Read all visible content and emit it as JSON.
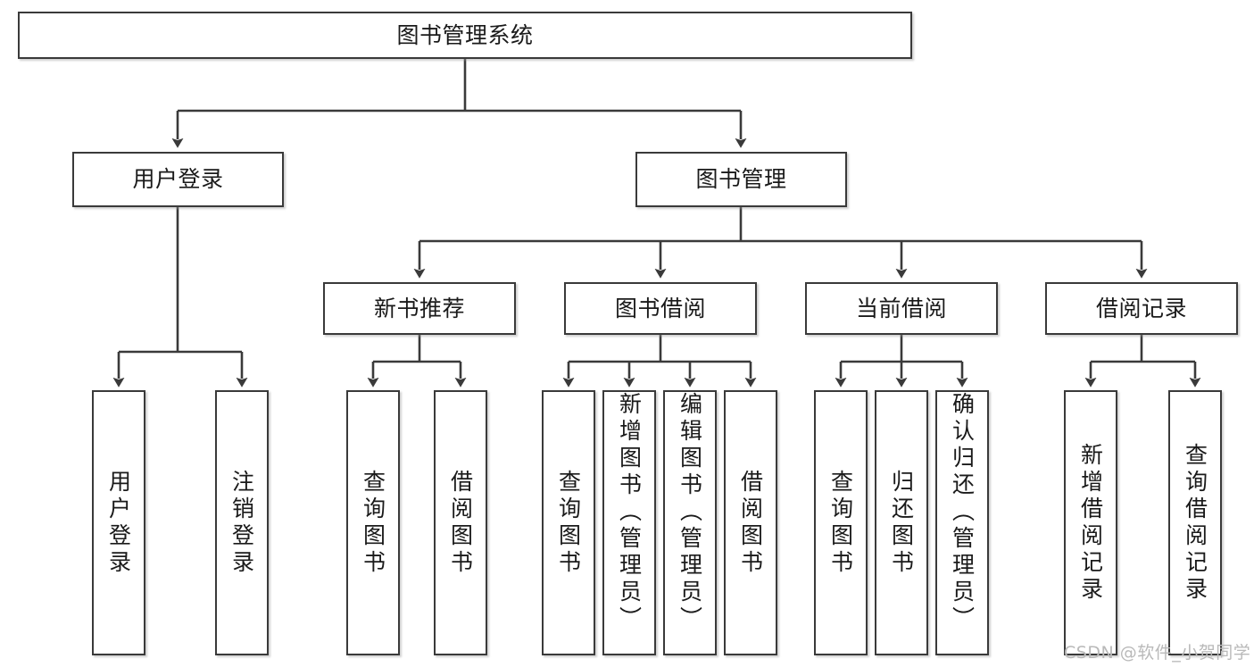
{
  "diagram": {
    "title": "图书管理系统",
    "type": "tree-hierarchy",
    "orientation": "top-down"
  },
  "nodes": {
    "root": {
      "label": "图书管理系统"
    },
    "level2": [
      {
        "id": "user-login",
        "label": "用户登录"
      },
      {
        "id": "book-manage",
        "label": "图书管理"
      }
    ],
    "level3": [
      {
        "id": "new-book-rec",
        "label": "新书推荐"
      },
      {
        "id": "book-borrow",
        "label": "图书借阅"
      },
      {
        "id": "current-borrow",
        "label": "当前借阅"
      },
      {
        "id": "borrow-record",
        "label": "借阅记录"
      }
    ],
    "leaves": {
      "user_login": [
        {
          "id": "leaf-user-login",
          "label": "用户登录"
        },
        {
          "id": "leaf-logout",
          "label": "注销登录"
        }
      ],
      "new_book_rec": [
        {
          "id": "leaf-query-book-1",
          "label": "查询图书"
        },
        {
          "id": "leaf-borrow-book-1",
          "label": "借阅图书"
        }
      ],
      "book_borrow": [
        {
          "id": "leaf-query-book-2",
          "label": "查询图书"
        },
        {
          "id": "leaf-add-book",
          "label": "新增图书（管理员）"
        },
        {
          "id": "leaf-edit-book",
          "label": "编辑图书（管理员）"
        },
        {
          "id": "leaf-borrow-book-2",
          "label": "借阅图书"
        }
      ],
      "current_borrow": [
        {
          "id": "leaf-query-book-3",
          "label": "查询图书"
        },
        {
          "id": "leaf-return-book",
          "label": "归还图书"
        },
        {
          "id": "leaf-confirm-return",
          "label": "确认归还（管理员）"
        }
      ],
      "borrow_record": [
        {
          "id": "leaf-add-record",
          "label": "新增借阅记录"
        },
        {
          "id": "leaf-query-record",
          "label": "查询借阅记录"
        }
      ]
    }
  },
  "watermark": {
    "text": "CSDN @软件_小贺同学"
  },
  "colors": {
    "border": "#3a3a3a",
    "background": "#ffffff",
    "text": "#1a1a1a",
    "watermark": "#b9b9b9"
  }
}
